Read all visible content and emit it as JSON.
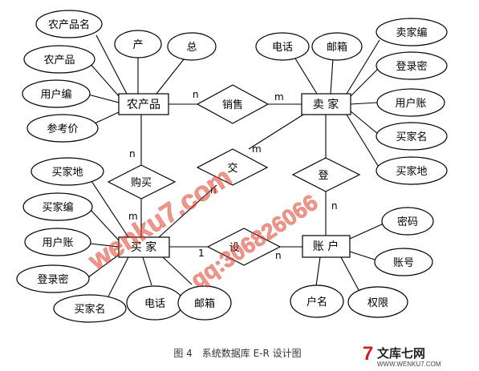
{
  "entities": {
    "nongchanpin": "农产品",
    "maijia_seller": "卖 家",
    "maijia_buyer": "买 家",
    "zhanghu": "账 户"
  },
  "relationships": {
    "xiaoshou": "销售",
    "goumai": "购买",
    "jiaoyi": "交",
    "dengji": "登",
    "she": "设"
  },
  "attributes": {
    "nongchanpin": {
      "name": "农产品名",
      "chan": "产",
      "zong": "总",
      "nongchanpin": "农产品",
      "yonghubian": "用户编",
      "cankaojia": "参考价"
    },
    "seller": {
      "dianhua": "电话",
      "youxiang": "邮箱",
      "maijiabian": "卖家编",
      "denglumi": "登录密",
      "yonghuzhang": "用户账",
      "maijiaming": "买家名",
      "maijiadi": "买家地"
    },
    "buyer": {
      "maijiadi": "买家地",
      "maijiabian": "买家编",
      "yonghuzhang": "用户账",
      "denglumi": "登录密",
      "maijiaming": "买家名",
      "dianhua": "电话",
      "youxiang": "邮箱"
    },
    "account": {
      "mima": "密码",
      "zhanghao": "账号",
      "huming": "户名",
      "quanxian": "权限"
    }
  },
  "cardinalities": {
    "xiaoshou_left": "n",
    "xiaoshou_right": "m",
    "goumai_top": "n",
    "goumai_bottom": "m",
    "jiaoyi_top": "m",
    "jiaoyi_bottom": "n",
    "dengji": "n",
    "she_left": "1",
    "she_right": "n"
  },
  "caption": "图 4　系统数据库 E-R 设计图",
  "watermark": {
    "primary": "wenku7.com",
    "secondary": "qq:306826066"
  },
  "logo": {
    "mark": "7",
    "text": "文库七网",
    "url": "WWW.WENKU7.COM"
  },
  "colors": {
    "line": "#000000",
    "watermark": "#e8412c",
    "logo": "#cc1f1f"
  }
}
